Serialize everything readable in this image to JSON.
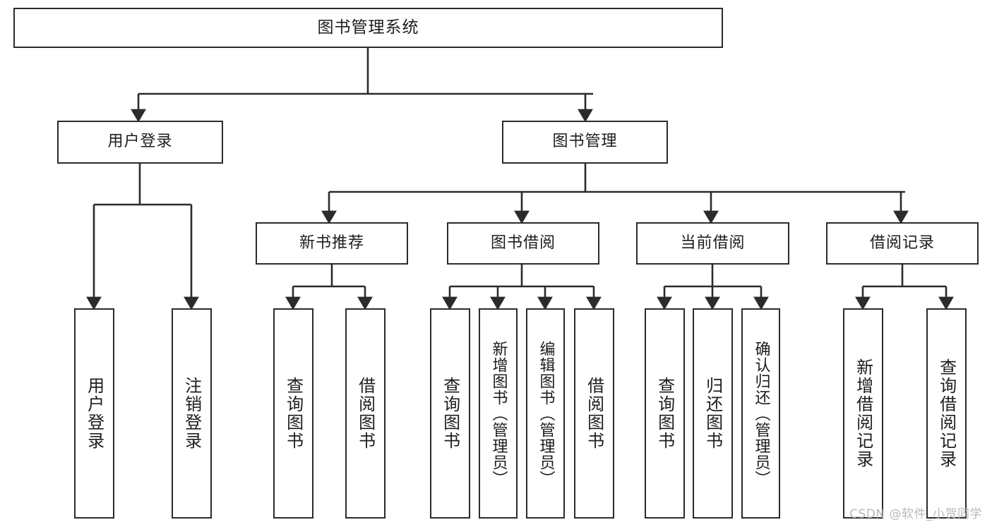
{
  "diagram": {
    "type": "tree-hierarchy",
    "title": "图书管理系统",
    "root": {
      "id": "root",
      "label": "图书管理系统"
    },
    "level1": [
      {
        "id": "user-login",
        "label": "用户登录"
      },
      {
        "id": "book-manage",
        "label": "图书管理"
      }
    ],
    "level2": [
      {
        "id": "new-book-recommend",
        "label": "新书推荐",
        "parent": "book-manage"
      },
      {
        "id": "book-borrow",
        "label": "图书借阅",
        "parent": "book-manage"
      },
      {
        "id": "current-borrow",
        "label": "当前借阅",
        "parent": "book-manage"
      },
      {
        "id": "borrow-record",
        "label": "借阅记录",
        "parent": "book-manage"
      }
    ],
    "leaves": [
      {
        "id": "leaf-user-login",
        "label": "用户登录",
        "parent": "user-login"
      },
      {
        "id": "leaf-logout-login",
        "label": "注销登录",
        "parent": "user-login"
      },
      {
        "id": "leaf-query-book-1",
        "label": "查询图书",
        "parent": "new-book-recommend"
      },
      {
        "id": "leaf-borrow-book-1",
        "label": "借阅图书",
        "parent": "new-book-recommend"
      },
      {
        "id": "leaf-query-book-2",
        "label": "查询图书",
        "parent": "book-borrow"
      },
      {
        "id": "leaf-add-book",
        "label": "新增图书（管理员）",
        "parent": "book-borrow"
      },
      {
        "id": "leaf-edit-book",
        "label": "编辑图书（管理员）",
        "parent": "book-borrow"
      },
      {
        "id": "leaf-borrow-book-2",
        "label": "借阅图书",
        "parent": "book-borrow"
      },
      {
        "id": "leaf-query-book-3",
        "label": "查询图书",
        "parent": "current-borrow"
      },
      {
        "id": "leaf-return-book",
        "label": "归还图书",
        "parent": "current-borrow"
      },
      {
        "id": "leaf-confirm-return",
        "label": "确认归还（管理员）",
        "parent": "current-borrow"
      },
      {
        "id": "leaf-add-record",
        "label": "新增借阅记录",
        "parent": "borrow-record"
      },
      {
        "id": "leaf-query-record",
        "label": "查询借阅记录",
        "parent": "borrow-record"
      }
    ],
    "colors": {
      "stroke": "#2b2b2b",
      "fill": "#ffffff",
      "text": "#1d1d1d",
      "watermark": "#b9b9b9"
    }
  },
  "watermark": {
    "text": "CSDN @软件_小贺同学"
  }
}
